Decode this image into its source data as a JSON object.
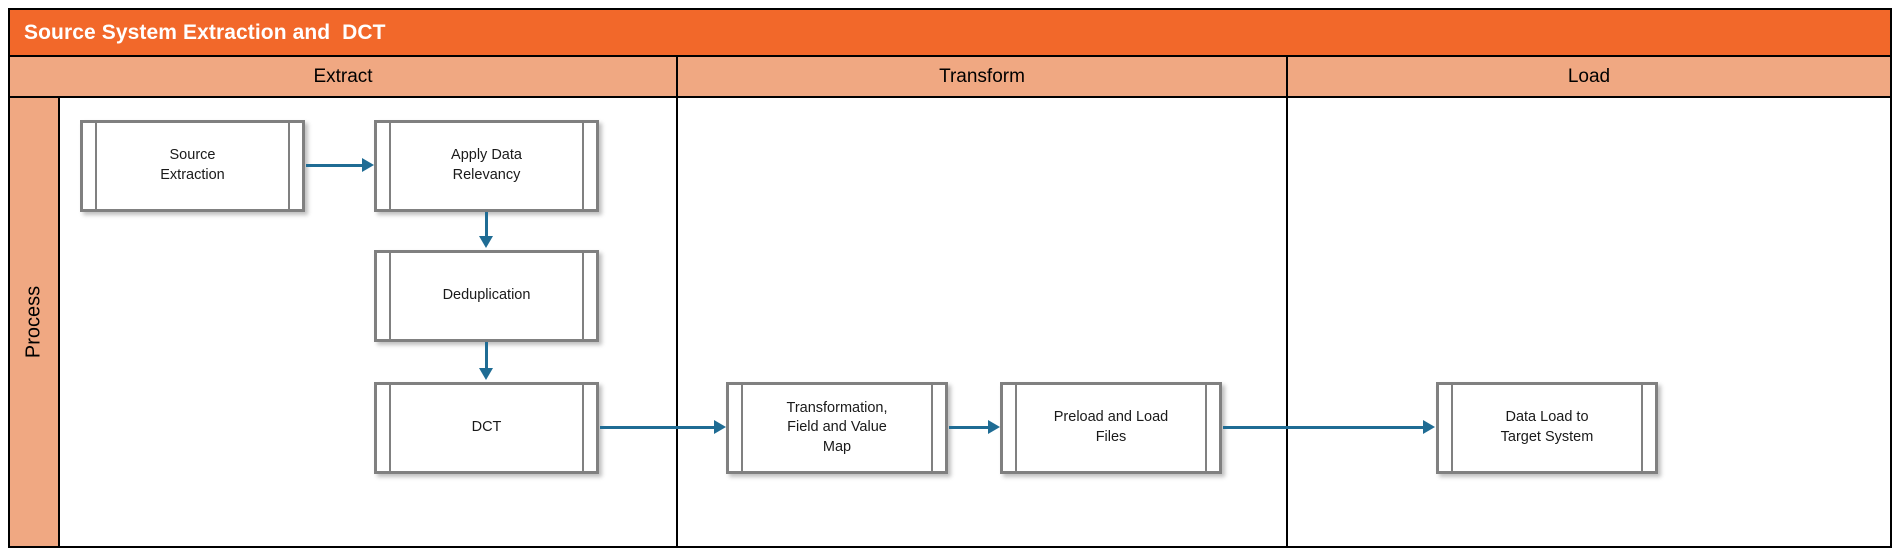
{
  "title": "Source System Extraction and  DCT",
  "colors": {
    "title_bar": "#F2682A",
    "phase_header": "#F0A882",
    "lane_header": "#F0A882",
    "connector": "#1F6C94",
    "node_border": "#808080",
    "outline": "#000000"
  },
  "phases": [
    {
      "label": "Extract"
    },
    {
      "label": "Transform"
    },
    {
      "label": "Load"
    }
  ],
  "lane": {
    "label": "Process"
  },
  "nodes": [
    {
      "id": "source-extraction",
      "label": "Source\nExtraction",
      "phase": "Extract"
    },
    {
      "id": "apply-data-relevancy",
      "label": "Apply Data\nRelevancy",
      "phase": "Extract"
    },
    {
      "id": "deduplication",
      "label": "Deduplication",
      "phase": "Extract"
    },
    {
      "id": "dct",
      "label": "DCT",
      "phase": "Extract"
    },
    {
      "id": "transformation-map",
      "label": "Transformation,\nField and Value\nMap",
      "phase": "Transform"
    },
    {
      "id": "preload-load-files",
      "label": "Preload and Load\nFiles",
      "phase": "Transform"
    },
    {
      "id": "data-load-target",
      "label": "Data Load to\nTarget System",
      "phase": "Load"
    }
  ],
  "connections": [
    {
      "from": "source-extraction",
      "to": "apply-data-relevancy",
      "direction": "right"
    },
    {
      "from": "apply-data-relevancy",
      "to": "deduplication",
      "direction": "down"
    },
    {
      "from": "deduplication",
      "to": "dct",
      "direction": "down"
    },
    {
      "from": "dct",
      "to": "transformation-map",
      "direction": "right"
    },
    {
      "from": "transformation-map",
      "to": "preload-load-files",
      "direction": "right"
    },
    {
      "from": "preload-load-files",
      "to": "data-load-target",
      "direction": "right"
    }
  ]
}
